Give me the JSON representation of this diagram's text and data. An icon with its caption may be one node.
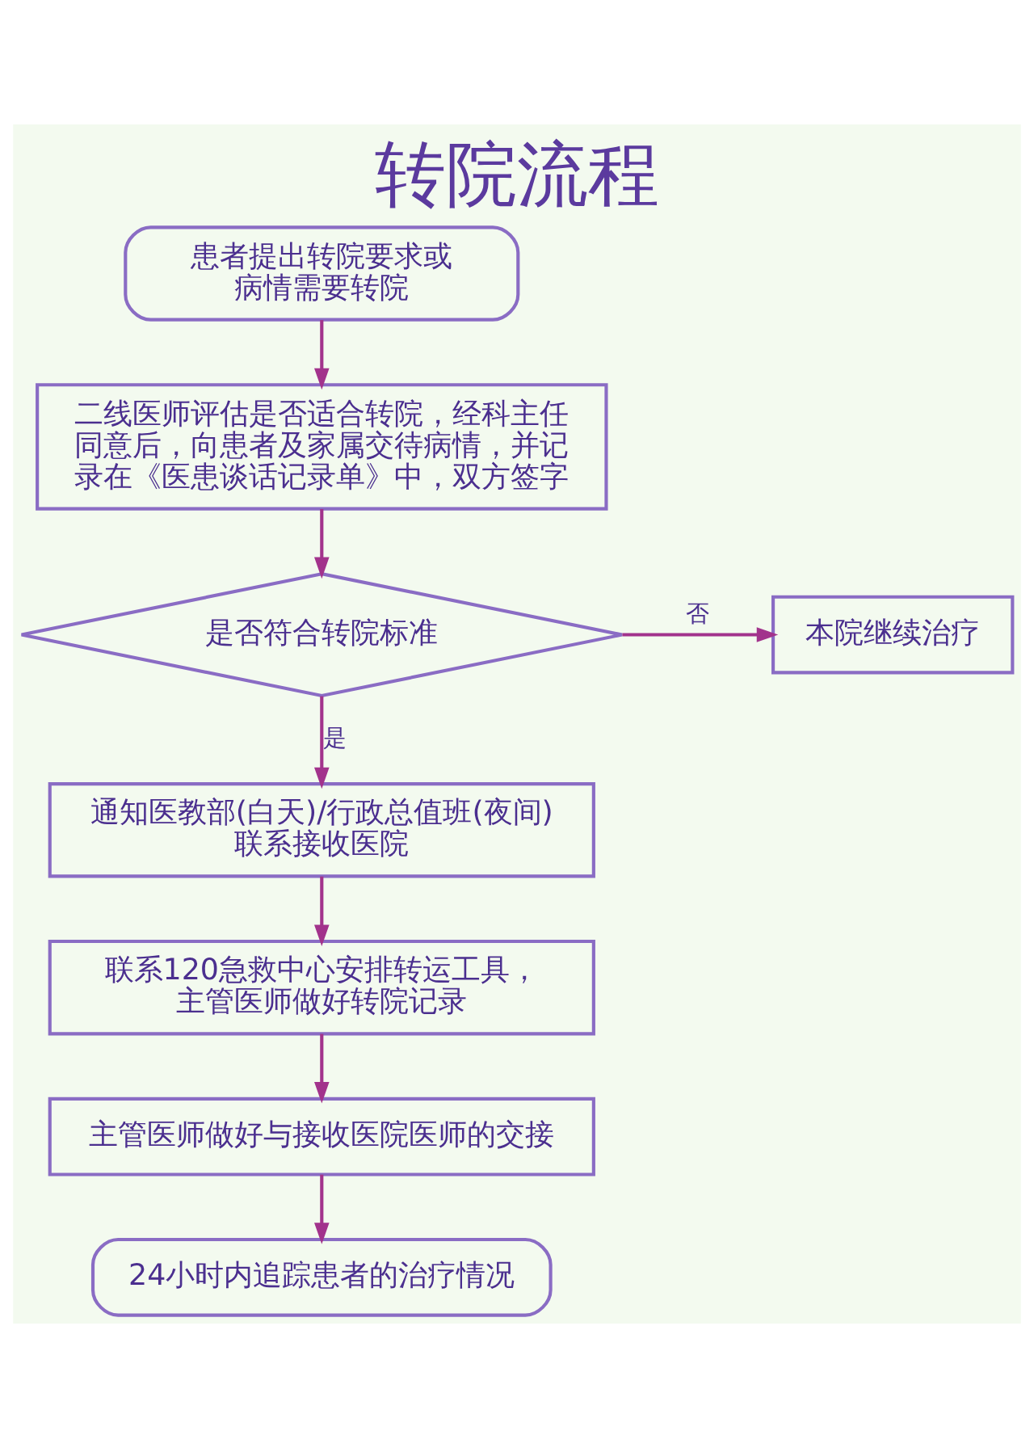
{
  "diagram": {
    "title": "转院流程",
    "nodes": [
      {
        "text": [
          "患者提出转院要求或病情需要转院"
        ]
      },
      {
        "text": [
          "二线医师评估是否适合转院，经科主任同意后，向患者及家属交待病情，并记录在《医患谈话记录单》中，双方签字"
        ]
      },
      {
        "text": [
          "是否符合转院标准"
        ]
      },
      {
        "text": [
          "本院继续治疗"
        ]
      },
      {
        "text": [
          "通知医教部(白天)/行政总值班(夜间)联系接收医院"
        ]
      },
      {
        "text": [
          "联系120急救中心安排转运工具，主管医师做好转院记录"
        ]
      },
      {
        "text": [
          "主管医师做好与接收医院医师的交接"
        ]
      },
      {
        "text": [
          "24小时内追踪患者的治疗情况"
        ]
      }
    ],
    "edges": [
      {
        "from": 0,
        "to": 1,
        "arrow": "to"
      },
      {
        "from": 1,
        "to": 2,
        "arrow": "to"
      },
      {
        "from": 2,
        "to": 3,
        "arrow": "to",
        "label": "否"
      },
      {
        "from": 2,
        "to": 4,
        "arrow": "to",
        "label": "是"
      },
      {
        "from": 4,
        "to": 5,
        "arrow": "to"
      },
      {
        "from": 5,
        "to": 6,
        "arrow": "to"
      },
      {
        "from": 6,
        "to": 7,
        "arrow": "to"
      }
    ]
  }
}
